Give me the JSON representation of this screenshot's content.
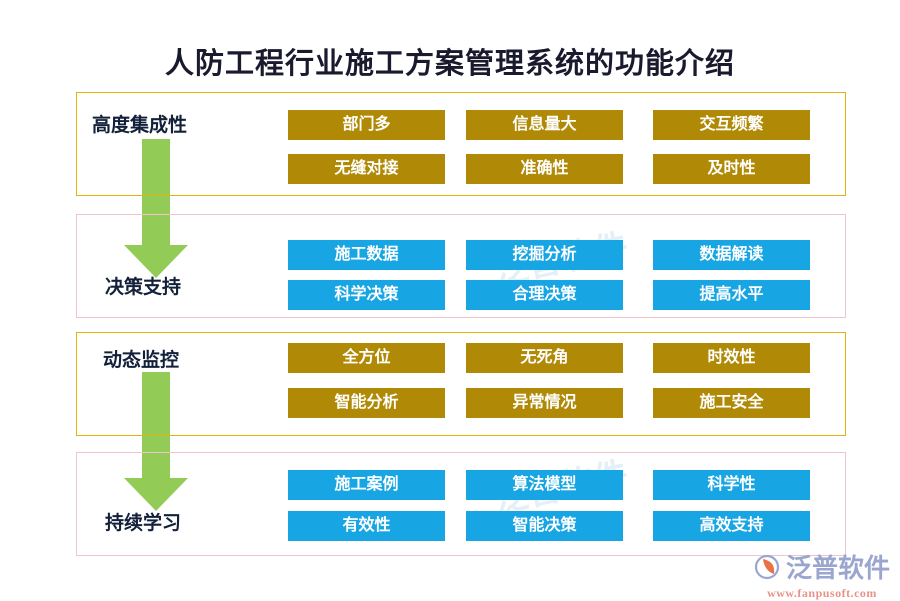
{
  "page": {
    "title": "人防工程行业施工方案管理系统的功能介绍",
    "watermark_text": "泛普软件"
  },
  "colors": {
    "gold_chip": "#b08a06",
    "blue_chip": "#17a5e3",
    "gold_border": "#e8b30a",
    "pink_border": "#f0c4cc",
    "arrow_green": "#92cc57",
    "title_text": "#1a1a2e",
    "logo_text": "#9aa6cf",
    "logo_url": "#e8938a",
    "logo_mark": "#e8734a"
  },
  "sections": [
    {
      "label": "高度集成性",
      "frame": "gold",
      "chip_style": "gold",
      "chips": [
        [
          "部门多",
          "信息量大",
          "交互频繁"
        ],
        [
          "无缝对接",
          "准确性",
          "及时性"
        ]
      ]
    },
    {
      "label": "决策支持",
      "frame": "pink",
      "chip_style": "blue",
      "chips": [
        [
          "施工数据",
          "挖掘分析",
          "数据解读"
        ],
        [
          "科学决策",
          "合理决策",
          "提高水平"
        ]
      ]
    },
    {
      "label": "动态监控",
      "frame": "gold",
      "chip_style": "gold",
      "chips": [
        [
          "全方位",
          "无死角",
          "时效性"
        ],
        [
          "智能分析",
          "异常情况",
          "施工安全"
        ]
      ]
    },
    {
      "label": "持续学习",
      "frame": "pink",
      "chip_style": "blue",
      "chips": [
        [
          "施工案例",
          "算法模型",
          "科学性"
        ],
        [
          "有效性",
          "智能决策",
          "高效支持"
        ]
      ]
    }
  ],
  "arrows": [
    {
      "name": "flow-arrow-1"
    },
    {
      "name": "flow-arrow-2"
    }
  ],
  "logo": {
    "brand": "泛普软件",
    "url": "www.fanpusoft.com"
  }
}
